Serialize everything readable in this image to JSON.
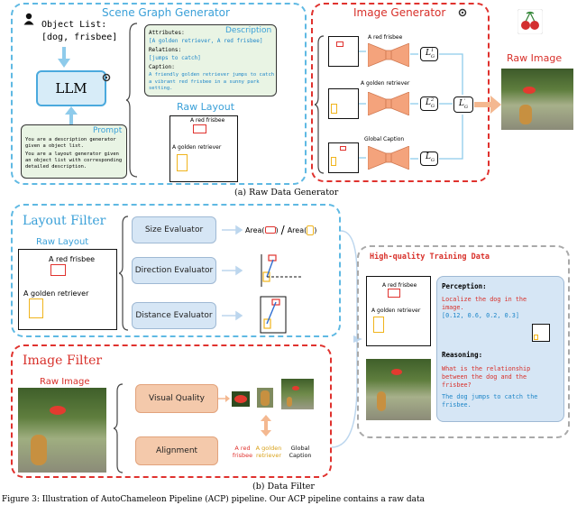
{
  "scene_graph": {
    "title": "Scene Graph Generator",
    "object_list_label": "Object List:",
    "object_list_value": "[dog, frisbee]",
    "llm_label": "LLM",
    "prompt_title": "Prompt",
    "prompt_text_1": "You are a description generator given a object list.",
    "prompt_text_2": "You are a layout generator given an object list with corresponding detailed description.",
    "description_title": "Description",
    "attributes_label": "Attributes:",
    "attributes_value": "[A golden retriever, A red frisbee]",
    "relations_label": "Relations:",
    "relations_value": "[jumps to catch]",
    "caption_label": "Caption:",
    "caption_value": "A friendly golden retriever jumps to catch a vibrant red frisbee in a sunny park setting.",
    "raw_layout_title": "Raw Layout",
    "layout_label_frisbee": "A red frisbee",
    "layout_label_dog": "A golden retriever"
  },
  "image_gen": {
    "title": "Image Generator",
    "row1_label": "A red frisbee",
    "row2_label": "A golden retriever",
    "row3_label": "Global Caption",
    "loss1": "L",
    "loss1_sub": "G",
    "loss1_sup": "1",
    "loss2": "L",
    "loss2_sub": "G",
    "loss2_sup": "2",
    "loss3": "L",
    "loss3_sub": "G",
    "lossprime": "L",
    "lossprime_sub": "G",
    "lossprime_sup": "'",
    "raw_image_title": "Raw Image"
  },
  "caption_a": "(a) Raw Data Generator",
  "layout_filter": {
    "title": "Layout Filter",
    "raw_layout_title": "Raw Layout",
    "label_frisbee": "A red frisbee",
    "label_dog": "A golden retriever",
    "size_eval": "Size Evaluator",
    "direction_eval": "Direction Evaluator",
    "distance_eval": "Distance Evaluator",
    "area_text_1": "Area(",
    "area_text_2": ")",
    "area_slash": "/",
    "area_text_3": "Area(",
    "area_text_4": ")"
  },
  "image_filter": {
    "title": "Image Filter",
    "raw_image_title": "Raw Image",
    "visual_quality": "Visual Quality",
    "alignment": "Alignment",
    "lbl_frisbee": "A red frisbee",
    "lbl_dog": "A golden retriever",
    "lbl_caption": "Global Caption"
  },
  "training": {
    "title": "High-quality Training Data",
    "label_frisbee": "A red frisbee",
    "label_dog": "A golden retriever",
    "perception_title": "Perception:",
    "perception_q": "Localize the dog in the image.",
    "perception_a": "[0.12, 0.6, 0.2, 0.3]",
    "reasoning_title": "Reasoning:",
    "reasoning_q": "What is the relationship between the dog and the frisbee?",
    "reasoning_a": "The dog jumps to catch the frisbee."
  },
  "caption_b": "(b) Data Filter",
  "footer_text": "Figure 3: Illustration of AutoChameleon Pipeline (ACP) pipeline. Our ACP pipeline contains a raw data",
  "colors": {
    "blue": "#5fb9e3",
    "red": "#e0322e",
    "yellow": "#f0b41c",
    "salmon": "#f4a37c"
  }
}
